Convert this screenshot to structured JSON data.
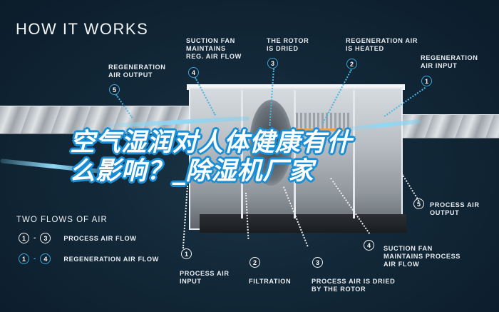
{
  "heading": "HOW IT WORKS",
  "overlay_title": {
    "line1": "空气湿润对人体健康有什",
    "line2": "么影响？_除湿机厂家",
    "color": "#ffffff",
    "outline_color": "#1a8fd6"
  },
  "colors": {
    "background": "#122838",
    "regeneration_accent": "#3aa8d8",
    "process_accent": "#f1f3f5",
    "heater": "#f0a24a"
  },
  "regeneration_labels": [
    {
      "number": "1",
      "text": "REGENERATION AIR INPUT"
    },
    {
      "number": "2",
      "text": "REGENERATION AIR IS HEATED"
    },
    {
      "number": "3",
      "text": "THE ROTOR IS DRIED"
    },
    {
      "number": "4",
      "text": "SUCTION FAN MAINTAINS REG. AIR FLOW"
    },
    {
      "number": "5",
      "text": "REGENERATION AIR OUTPUT"
    }
  ],
  "regen_text": {
    "l1a": "REGENERATION",
    "l1b": "AIR INPUT",
    "l2a": "REGENERATION AIR",
    "l2b": "IS HEATED",
    "l3a": "THE ROTOR",
    "l3b": "IS DRIED",
    "l4a": "SUCTION FAN",
    "l4b": "MAINTAINS",
    "l4c": "REG. AIR FLOW",
    "l5a": "REGENERATION",
    "l5b": "AIR OUTPUT"
  },
  "process_text": {
    "p1a": "PROCESS AIR",
    "p1b": "INPUT",
    "p2a": "FILTRATION",
    "p3a": "PROCESS AIR IS DRIED",
    "p3b": "BY THE ROTOR",
    "p4a": "SUCTION FAN",
    "p4b": "MAINTAINS PROCESS",
    "p4c": "AIR FLOW",
    "p5a": "PROCESS AIR",
    "p5b": "OUTPUT"
  },
  "badges": {
    "n1": "1",
    "n2": "2",
    "n3": "3",
    "n4": "4",
    "n5": "5",
    "dash": "-"
  },
  "legend": {
    "title": "TWO FLOWS OF AIR",
    "rows": [
      {
        "from": "1",
        "to": "3",
        "label": "PROCESS AIR FLOW"
      },
      {
        "from": "1",
        "to": "4",
        "label": "REGENERATION AIR FLOW"
      }
    ]
  }
}
